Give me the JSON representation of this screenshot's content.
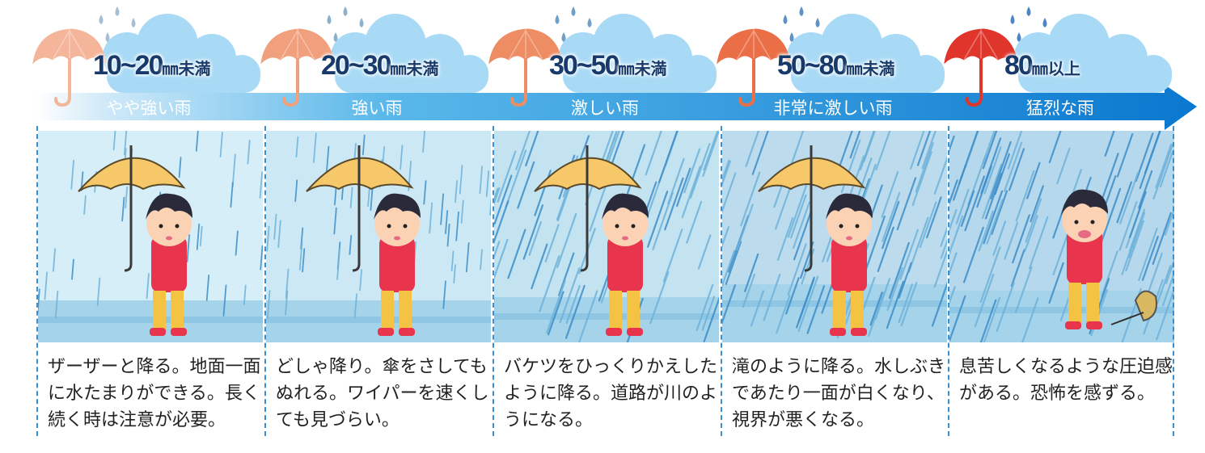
{
  "levels": [
    {
      "amount_num": "10~20",
      "amount_unit": "㎜未満",
      "label": "やや強い雨",
      "description": "ザーザーと降る。地面一面に水たまりができる。長く続く時は注意が必要。",
      "umbrella_color": "#f4b59a"
    },
    {
      "amount_num": "20~30",
      "amount_unit": "㎜未満",
      "label": "強い雨",
      "description": "どしゃ降り。傘をさしてもぬれる。ワイパーを速くしても見づらい。",
      "umbrella_color": "#f1a07d"
    },
    {
      "amount_num": "30~50",
      "amount_unit": "㎜未満",
      "label": "激しい雨",
      "description": "バケツをひっくりかえしたように降る。道路が川のようになる。",
      "umbrella_color": "#ee8c63"
    },
    {
      "amount_num": "50~80",
      "amount_unit": "㎜未満",
      "label": "非常に激しい雨",
      "description": "滝のように降る。水しぶきであたり一面が白くなり、視界が悪くなる。",
      "umbrella_color": "#ea6f47"
    },
    {
      "amount_num": "80",
      "amount_unit": "㎜以上",
      "label": "猛烈な雨",
      "description": "息苦しくなるような圧迫感がある。恐怖を感ずる。",
      "umbrella_color": "#e0352a"
    }
  ],
  "colors": {
    "arrow_start": "#e6f4fc",
    "arrow_end": "#0a7bd0",
    "cloud": "#a9daf5",
    "sky": "#cdeaf5",
    "ground": "#9fd2ea",
    "boy_shirt": "#e8344c",
    "boy_pants": "#f5c343",
    "held_umbrella": "#f7c86a"
  }
}
